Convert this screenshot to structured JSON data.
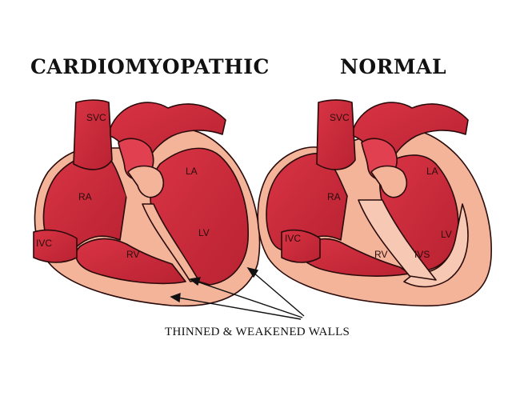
{
  "titles": {
    "left": "CARDIOMYOPATHIC",
    "right": "NORMAL"
  },
  "caption": "THINNED & WEAKENED WALLS",
  "left_heart": {
    "svc": "SVC",
    "ra": "RA",
    "ivc": "IVC",
    "rv": "RV",
    "la": "LA",
    "lv": "LV"
  },
  "right_heart": {
    "svc": "SVC",
    "ra": "RA",
    "ivc": "IVC",
    "rv": "RV",
    "la": "LA",
    "lv": "LV",
    "ivs": "IVS"
  },
  "colors": {
    "blood": "#cf2a3a",
    "blood_dark": "#a81e2c",
    "wall": "#f3b49a",
    "wall_light": "#f7c9b4",
    "outline": "#2a0a0a"
  }
}
